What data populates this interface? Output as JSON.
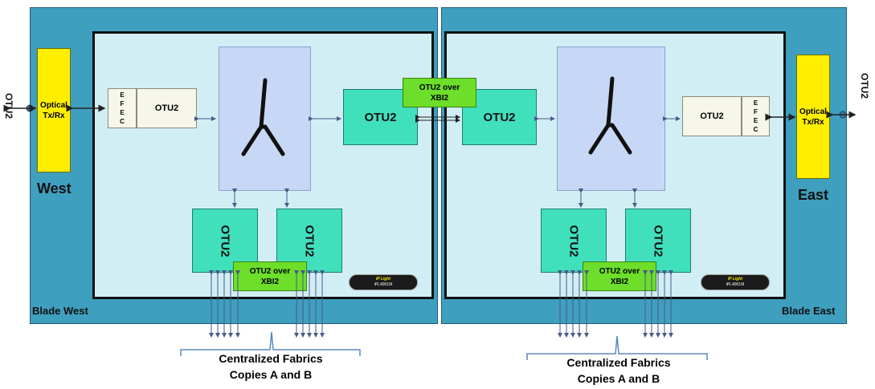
{
  "west": {
    "blade_label": "Blade West",
    "side_label": "West",
    "io_label": "OTU2",
    "optical_label": "Optical\nTx/Rx",
    "efec_label": "E\nF\nE\nC",
    "otu_small_label": "OTU2",
    "otu_right_label": "OTU2",
    "otu_bottom_left_label": "OTU2",
    "otu_bottom_right_label": "OTU2",
    "xbi2_label": "OTU2 over\nXBI2",
    "badge_top": "IP Light",
    "badge_bottom": "iPL4001M"
  },
  "east": {
    "blade_label": "Blade East",
    "side_label": "East",
    "io_label": "OTU2",
    "optical_label": "Optical\nTx/Rx",
    "efec_label": "E\nF\nE\nC",
    "otu_small_label": "OTU2",
    "otu_left_label": "OTU2",
    "otu_bottom_left_label": "OTU2",
    "otu_bottom_right_label": "OTU2",
    "xbi2_label": "OTU2 over\nXBI2",
    "badge_top": "IP Light",
    "badge_bottom": "iPL4001M"
  },
  "middle_link_label": "OTU2 over\nXBI2",
  "fabrics_left": "Centralized Fabrics\nCopies A and B",
  "fabrics_right": "Centralized Fabrics\nCopies A and B",
  "colors": {
    "blade": "#3f9fbe",
    "inner": "#d2eef5",
    "optical": "#ffee00",
    "otu": "#40e0bd",
    "xbi2": "#6dde2a",
    "crossbar": "#c7d8f7"
  }
}
